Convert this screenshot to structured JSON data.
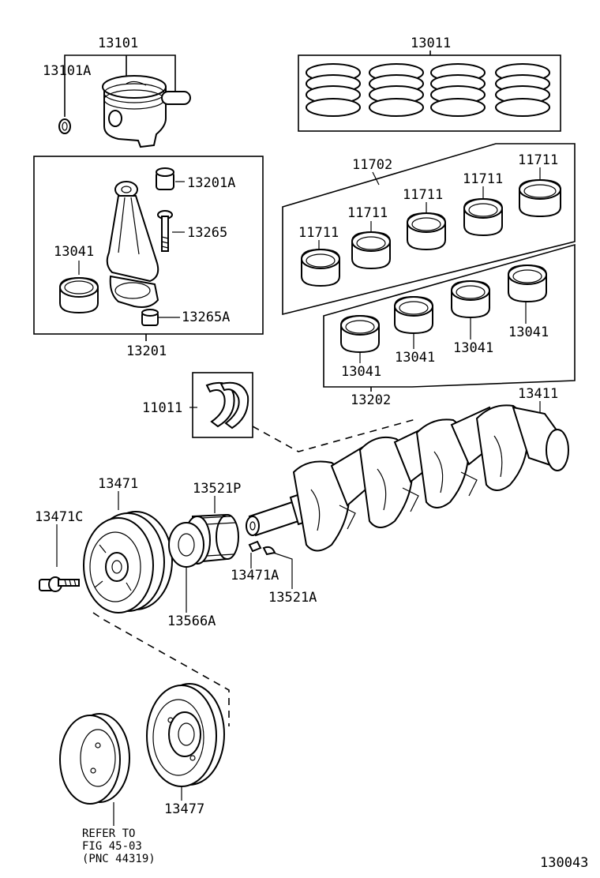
{
  "labels": {
    "p13101": "13101",
    "p13101A": "13101A",
    "p13011": "13011",
    "p13201A": "13201A",
    "p13265": "13265",
    "p13041_rod": "13041",
    "p13265A": "13265A",
    "p13201": "13201",
    "p11702": "11702",
    "p11711_a": "11711",
    "p11711_b": "11711",
    "p11711_c": "11711",
    "p11711_d": "11711",
    "p11711_e": "11711",
    "p13041_a": "13041",
    "p13041_b": "13041",
    "p13041_c": "13041",
    "p13041_d": "13041",
    "p13202": "13202",
    "p11011": "11011",
    "p13411": "13411",
    "p13471": "13471",
    "p13521P": "13521P",
    "p13471C": "13471C",
    "p13471A": "13471A",
    "p13521A": "13521A",
    "p13566A": "13566A",
    "p13477": "13477",
    "refer_line1": "REFER TO",
    "refer_line2": "FIG 45-03",
    "refer_line3": "(PNC 44319)",
    "figure_number": "130043"
  },
  "icons": [
    "piston",
    "piston-pin-clip",
    "piston-ring-set",
    "connecting-rod",
    "rod-bushing",
    "rod-bolt",
    "rod-nut",
    "rod-bearing",
    "main-bearing",
    "thrust-washer",
    "crankshaft",
    "crankshaft-pulley",
    "pulley-bolt",
    "timing-gear",
    "spacer",
    "woodruff-key",
    "alternate-pulley"
  ]
}
